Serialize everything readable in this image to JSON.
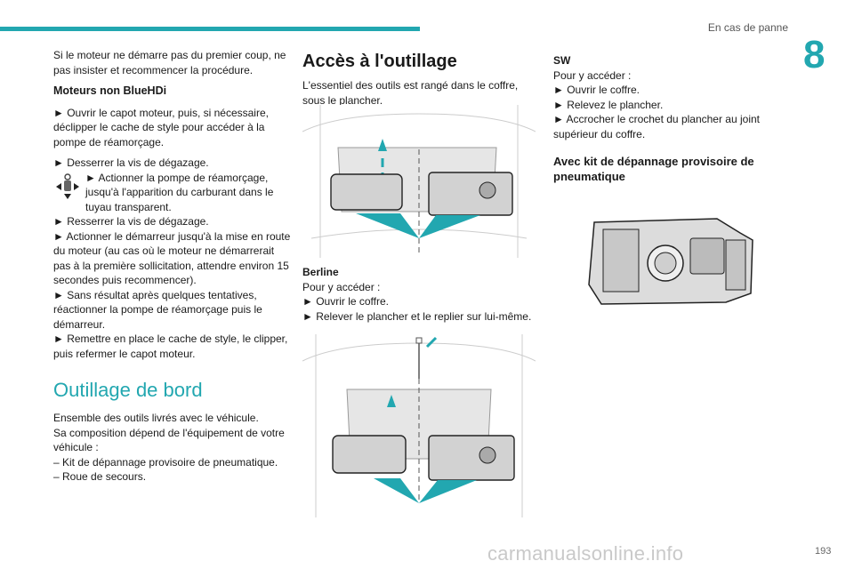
{
  "header": {
    "section": "En cas de panne",
    "chapter": "8"
  },
  "left": {
    "intro": "Si le moteur ne démarre pas du premier coup, ne pas insister et recommencer la procédure.",
    "subheading": "Moteurs non BlueHDi",
    "steps": [
      "► Ouvrir le capot moteur, puis, si nécessaire, déclipper le cache de style pour accéder à la pompe de réamorçage.",
      "► Desserrer la vis de dégazage.",
      "► Actionner la pompe de réamorçage, jusqu'à l'apparition du carburant dans le tuyau transparent.",
      "► Resserrer la vis de dégazage.",
      "► Actionner le démarreur jusqu'à la mise en route du moteur (au cas où le moteur ne démarrerait pas à la première sollicitation, attendre environ 15 secondes puis recommencer).",
      "► Sans résultat après quelques tentatives, réactionner la pompe de réamorçage puis le démarreur.",
      "► Remettre en place le cache de style, le clipper, puis refermer le capot moteur."
    ],
    "heading": "Outillage de bord",
    "body1": "Ensemble des outils livrés avec le véhicule.",
    "body2": "Sa composition dépend de l'équipement de votre véhicule :",
    "list": [
      "– Kit de dépannage provisoire de pneumatique.",
      "– Roue de secours."
    ]
  },
  "middle": {
    "heading": "Accès à l'outillage",
    "body": "L'essentiel des outils est rangé dans le coffre, sous le plancher.",
    "berline_label": "Berline",
    "berline_intro": "Pour y accéder :",
    "berline_steps": [
      "► Ouvrir le coffre.",
      "► Relever le plancher et le replier sur lui-même."
    ]
  },
  "right": {
    "sw_label": "SW",
    "sw_intro": "Pour y accéder :",
    "sw_steps": [
      "► Ouvrir le coffre.",
      "► Relevez le plancher.",
      "► Accrocher le crochet du plancher au joint supérieur du coffre."
    ],
    "kit_heading": "Avec kit de dépannage provisoire de pneumatique"
  },
  "footer": {
    "page": "193",
    "watermark": "carmanualsonline.info"
  }
}
